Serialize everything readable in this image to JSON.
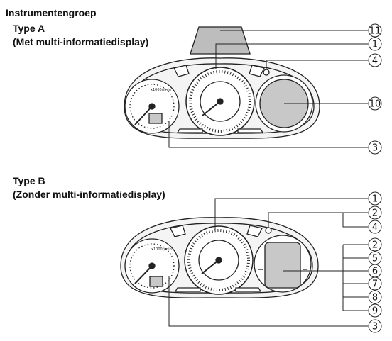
{
  "heading": "Instrumentengroep",
  "type_a": {
    "title": "Type A",
    "subtitle": "(Met multi-informatiedisplay)",
    "callouts": [
      "11",
      "1",
      "4",
      "10",
      "3"
    ]
  },
  "type_b": {
    "title": "Type B",
    "subtitle": "(Zonder multi-informatiedisplay)",
    "callouts": [
      "1",
      "2",
      "4",
      "2",
      "5",
      "6",
      "7",
      "8",
      "9",
      "3"
    ]
  },
  "colors": {
    "line": "#222222",
    "shade": "#d0d0d0",
    "display": "#c8c8c8",
    "hood": "#bdbdbd"
  }
}
